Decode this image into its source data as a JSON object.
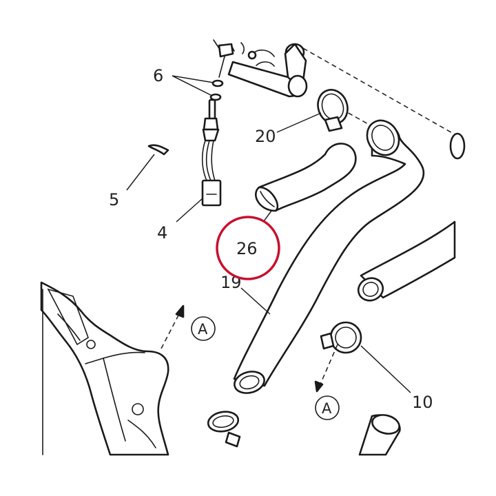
{
  "labels": {
    "p4": "4",
    "p5": "5",
    "p6": "6",
    "p10": "10",
    "p19": "19",
    "p20": "20",
    "p26": "26"
  },
  "markers": {
    "ref_a_upper": "A",
    "ref_a_lower": "A"
  },
  "colors": {
    "highlight_circle": "#c8102e",
    "line": "#1a1a1a",
    "background": "#ffffff"
  },
  "icons": {
    "reference_marker": "circle-letter-icon",
    "direction_arrow": "dashed-arrow-icon"
  }
}
